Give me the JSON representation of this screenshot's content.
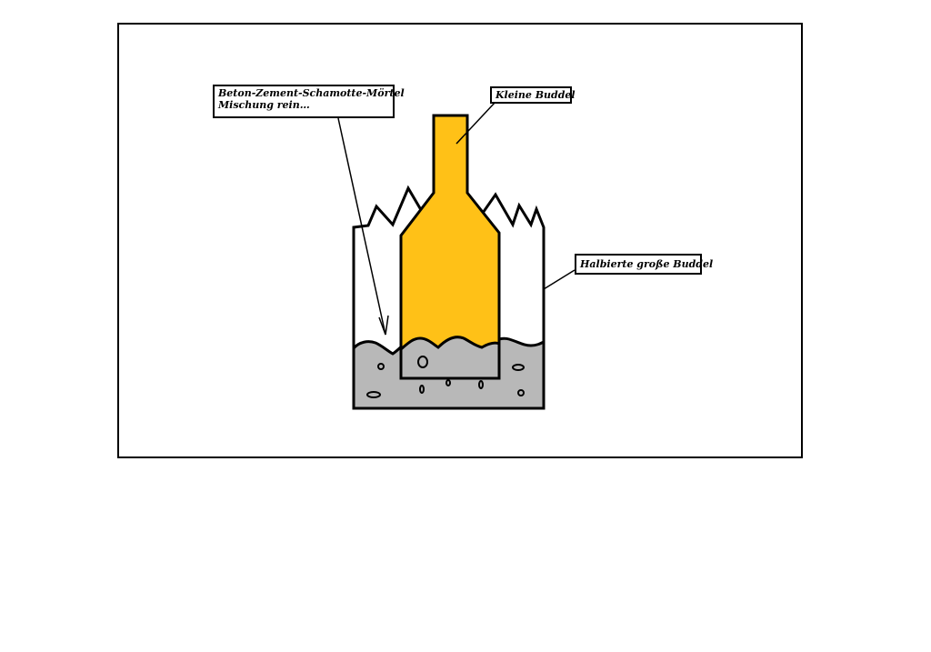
{
  "labels": {
    "mortar_line1": "Beton-Zement-Schamotte-Mörtel",
    "mortar_line2": "Mischung rein…",
    "small_bottle": "Kleine Buddel",
    "big_bottle": "Halbierte große Buddel"
  },
  "colors": {
    "frame": "#000000",
    "bottle_yellow": "#ffc117",
    "mortar_gray": "#b8b8b8",
    "background": "#ffffff"
  }
}
